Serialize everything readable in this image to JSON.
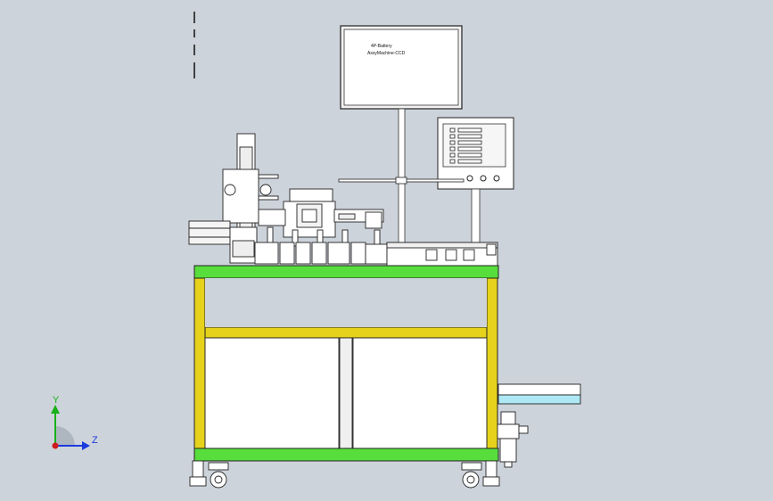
{
  "monitor": {
    "line1": "4P-Battery",
    "line2": "AssyMachine-CCD"
  },
  "triad": {
    "y_label": "Y",
    "z_label": "Z",
    "y_color": "#1ab01a",
    "z_color": "#1a3adf",
    "x_color": "#d01a1a"
  },
  "colors": {
    "background": "#cdd3da",
    "frame": "#e6d21a",
    "table_top": "#58de3c",
    "cabinet_door": "#ffffff",
    "conveyor_panel": "#aee8f4"
  },
  "hmi": {
    "button_rows": 6
  }
}
